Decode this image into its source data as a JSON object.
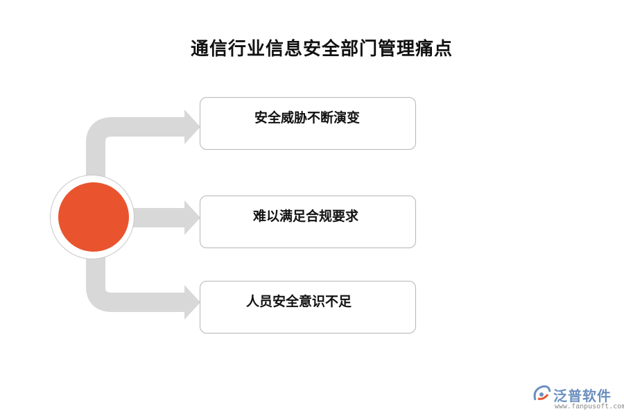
{
  "title": "通信行业信息安全部门管理痛点",
  "items": [
    {
      "label": "安全威胁不断演变"
    },
    {
      "label": "难以满足合规要求"
    },
    {
      "label": "人员安全意识不足"
    }
  ],
  "colors": {
    "hub": "#e9542e",
    "connector": "#d8d8d8",
    "box_border": "#b5b5b5",
    "logo": "#6b8fbf"
  },
  "logo": {
    "brand": "泛普软件",
    "url": "www.fanpusoft.com"
  }
}
